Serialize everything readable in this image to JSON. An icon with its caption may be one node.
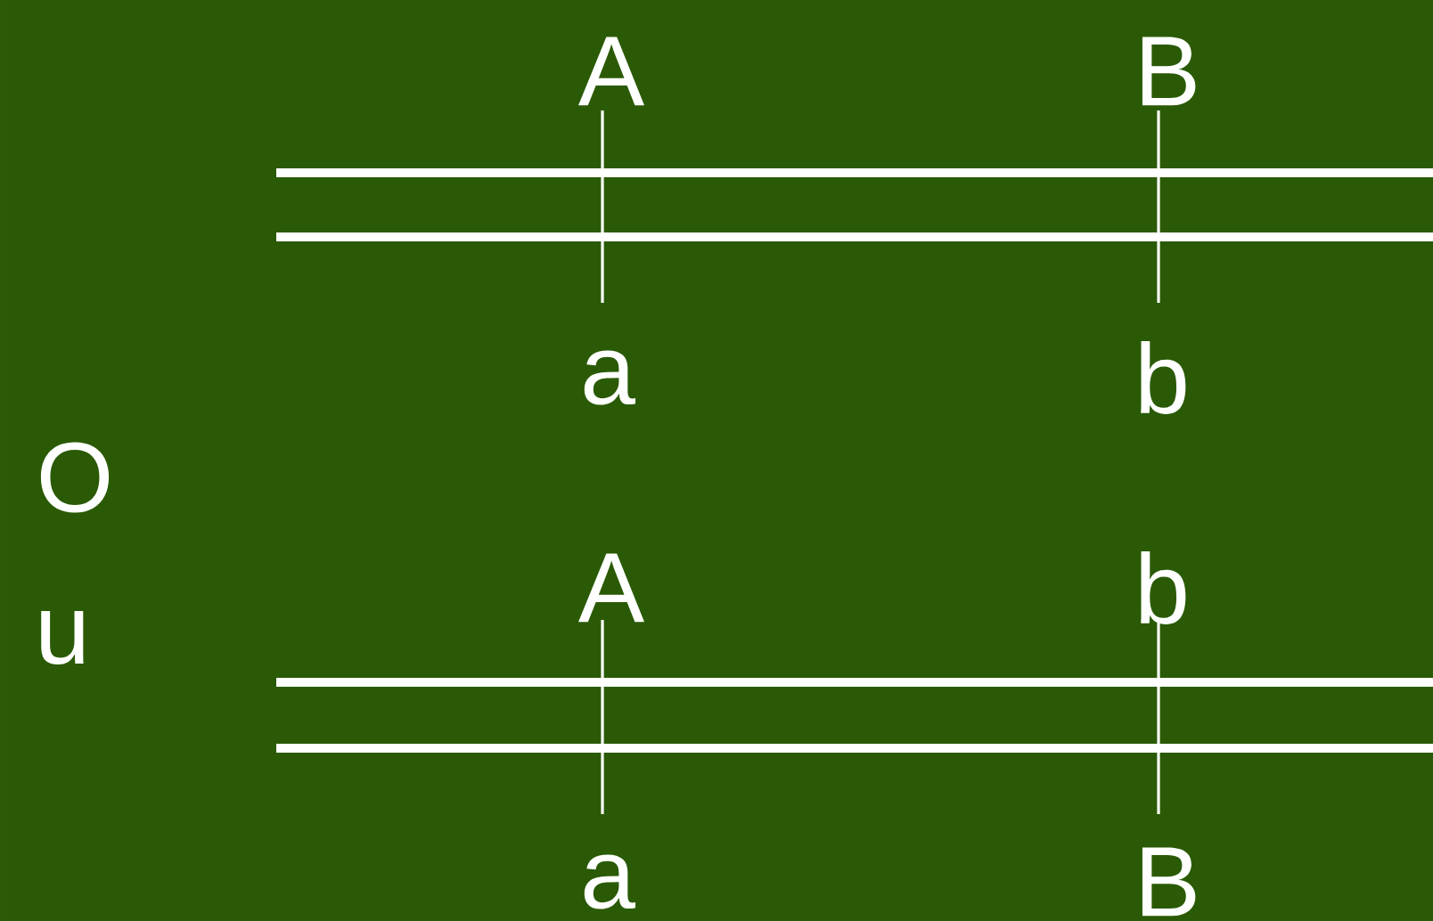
{
  "diagram": {
    "labels": [
      "A",
      "B",
      "a",
      "b",
      "O",
      "u",
      "A",
      "b",
      "a",
      "B"
    ]
  }
}
